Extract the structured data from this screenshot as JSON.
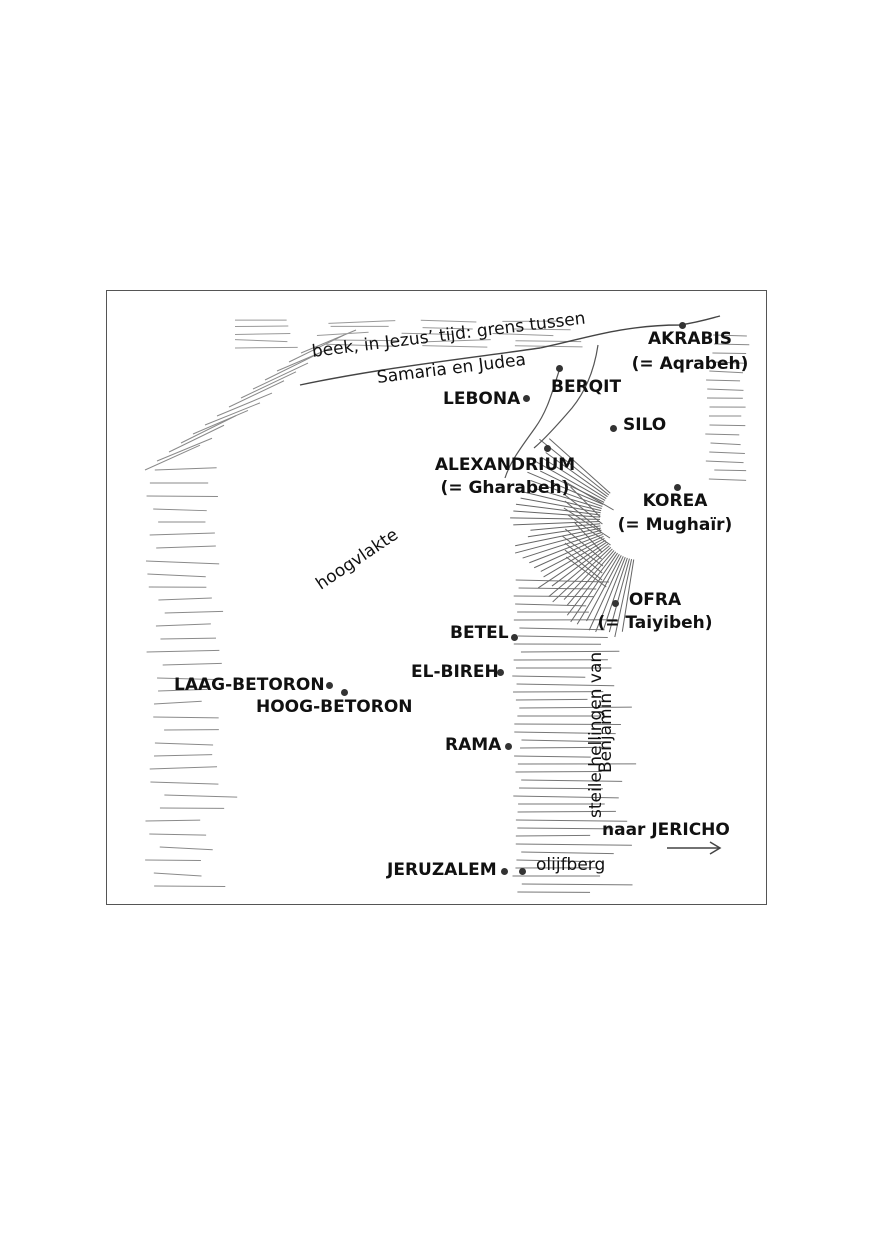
{
  "map": {
    "places": {
      "akrabis": "AKRABIS",
      "akrabis_alt": "(= Aqrabeh)",
      "berqit": "BERQIT",
      "lebona": "LEBONA",
      "silo": "SILO",
      "alexandrium": "ALEXANDRIUM",
      "alexandrium_alt": "(= Gharabeh)",
      "korea": "KOREA",
      "korea_alt": "(= Mughaïr)",
      "ofra": "OFRA",
      "ofra_alt": "(= Taiyibeh)",
      "betel": "BETEL",
      "el_bireh": "EL-BIREH",
      "laag_betoron": "LAAG-BETORON",
      "hoog_betoron": "HOOG-BETORON",
      "rama": "RAMA",
      "jeruzalem": "JERUZALEM"
    },
    "features": {
      "stream_line1": "beek, in Jezus’ tijd: grens tussen",
      "stream_line2": "Samaria en Judea",
      "plateau": "hoogvlakte",
      "slopes_line1": "steile hellingen van",
      "slopes_line2": "Benjamin",
      "mount_of_olives": "olijfberg",
      "to_jericho": "naar JERICHO"
    },
    "colors": {
      "ink": "#111111",
      "hatching": "#777777",
      "frame": "#555555"
    }
  }
}
